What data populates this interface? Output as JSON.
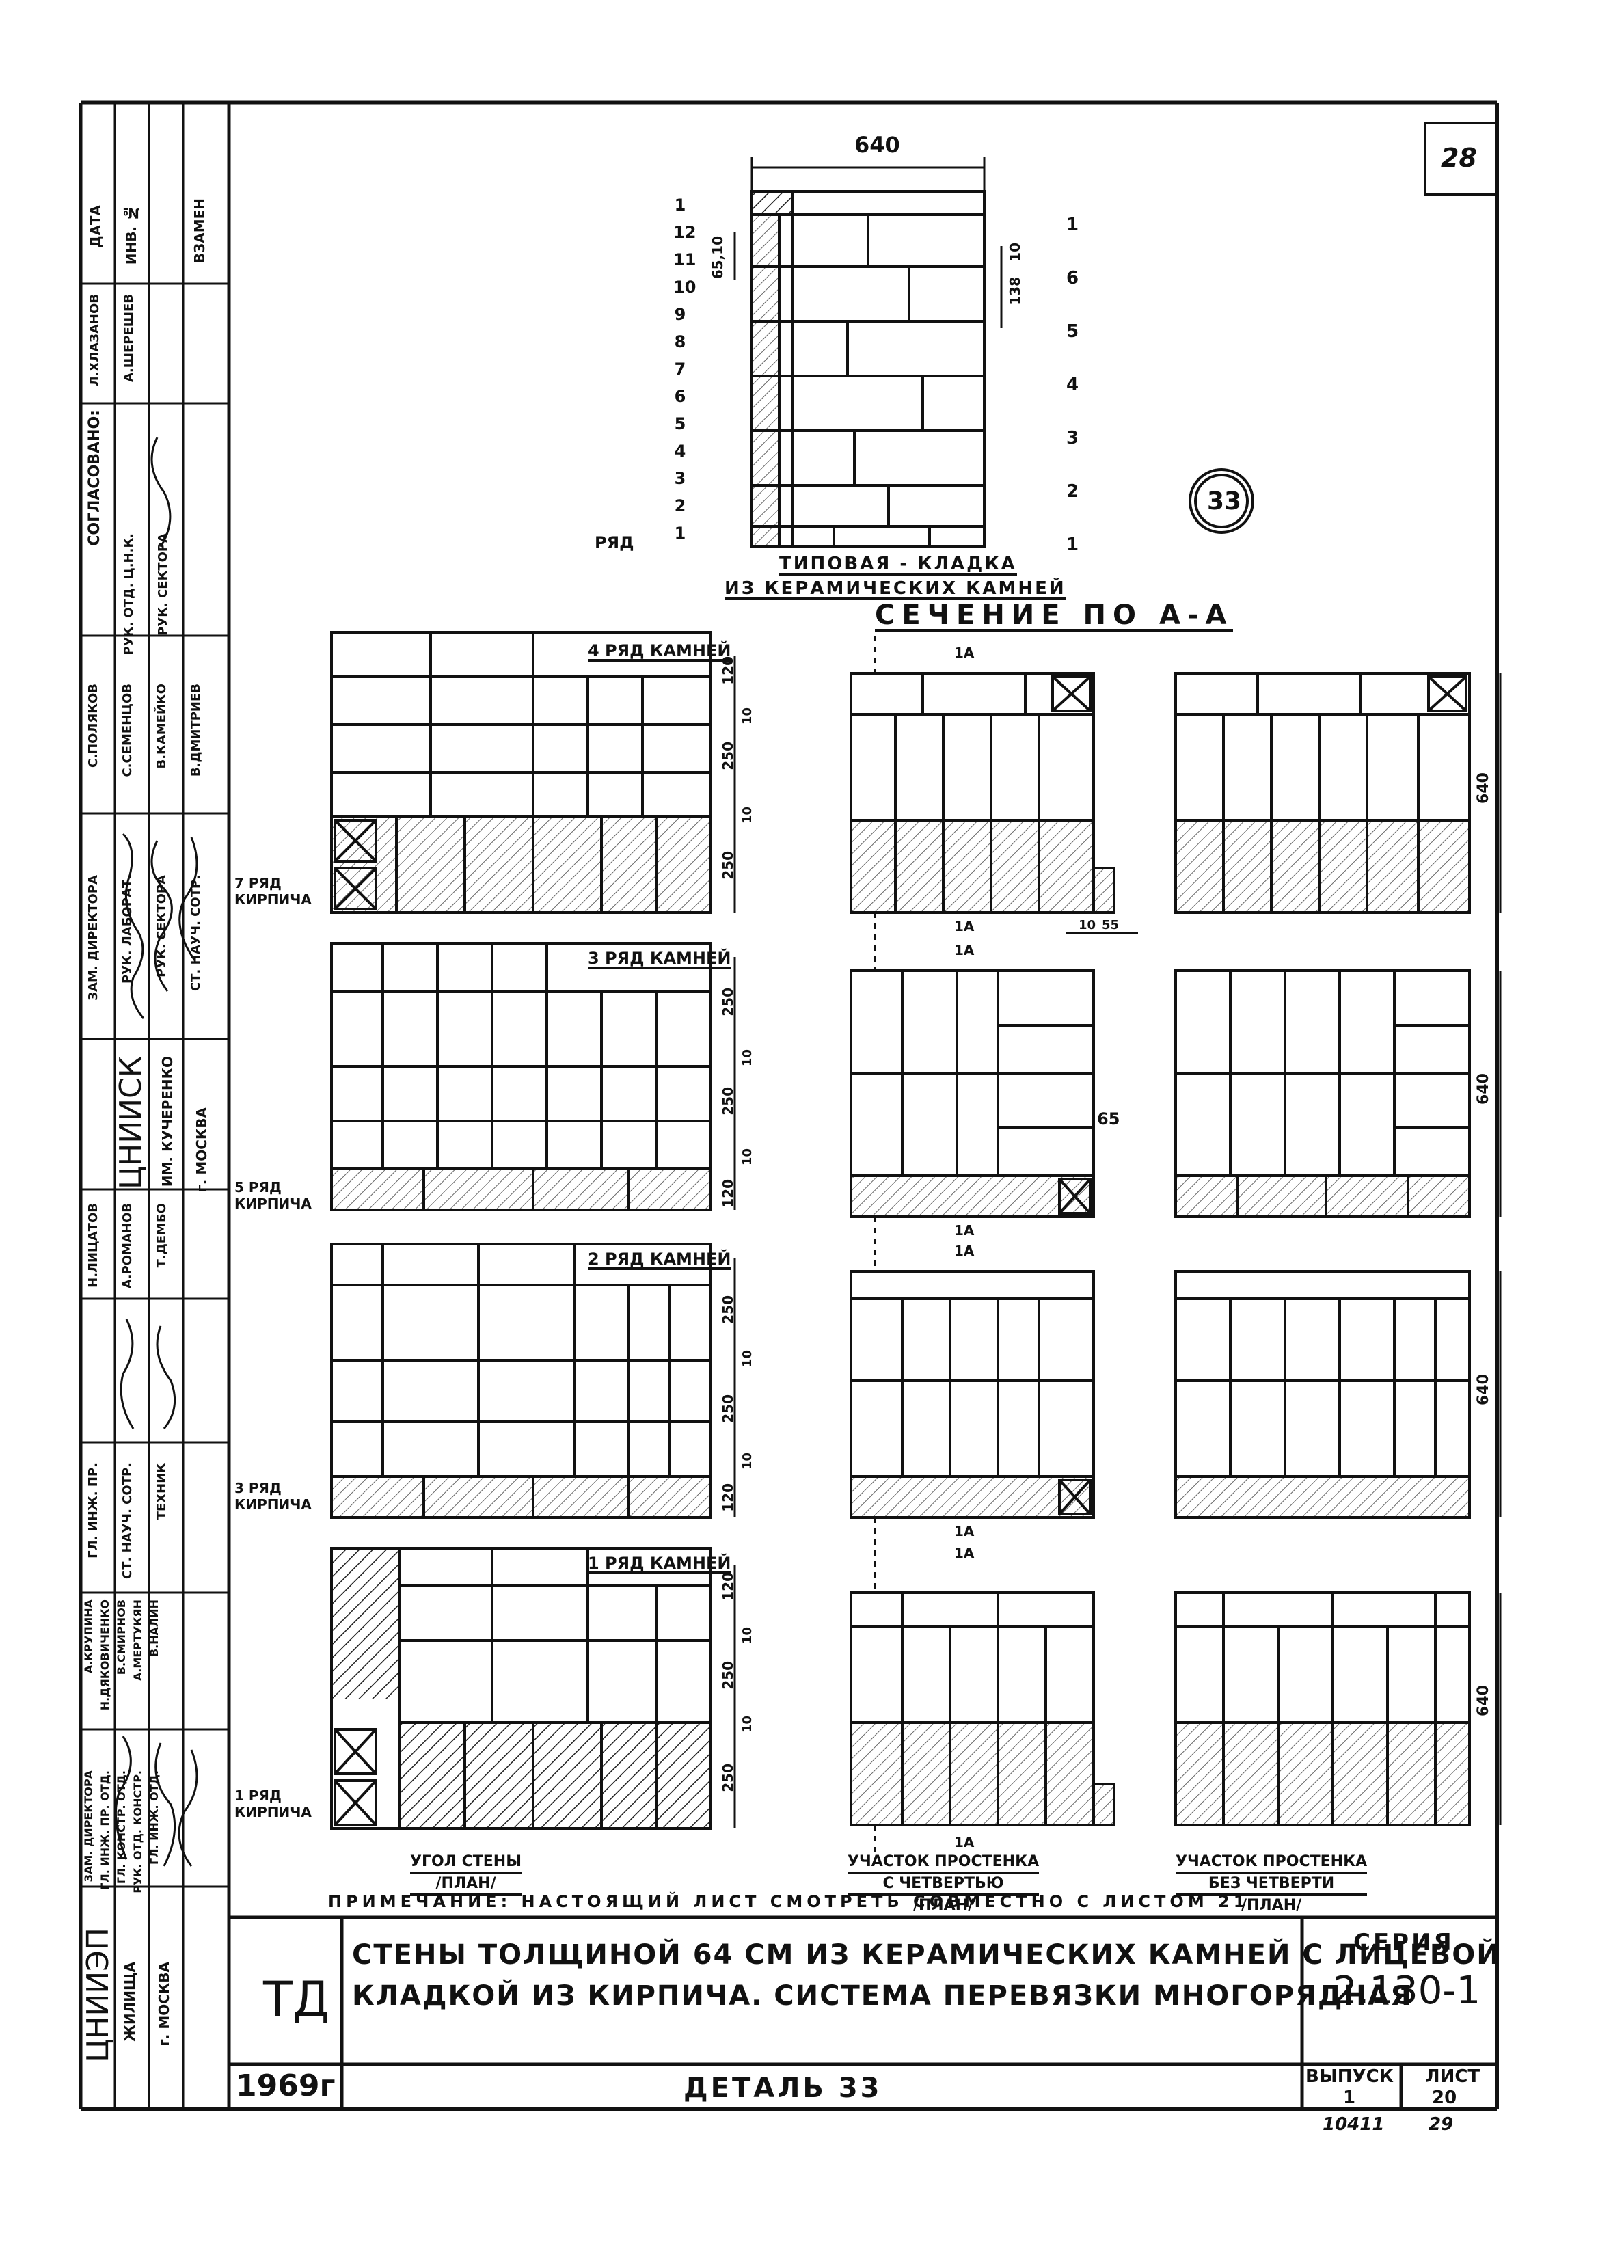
{
  "sheet": {
    "number": "28",
    "detail_mark": "33"
  },
  "top_detail": {
    "width_dim": "640",
    "row_label": "РЯД",
    "left_rows": [
      "1",
      "2",
      "3",
      "4",
      "5",
      "6",
      "7",
      "8",
      "9",
      "10",
      "11",
      "12",
      "1"
    ],
    "right_rows": [
      "1",
      "2",
      "3",
      "4",
      "5",
      "6",
      "1"
    ],
    "dim_a": "65,10",
    "dim_b": "138",
    "dim_c": "10",
    "caption_line1": "ТИПОВАЯ - КЛАДКА",
    "caption_line2": "ИЗ КЕРАМИЧЕСКИХ КАМНЕЙ"
  },
  "section_title": "СЕЧЕНИЕ ПО А-А",
  "axis_mark": "1А",
  "row_labels": {
    "r1": "4 РЯД КАМНЕЙ",
    "r2": "3 РЯД КАМНЕЙ",
    "r3": "2 РЯД КАМНЕЙ",
    "r4": "1 РЯД КАМНЕЙ"
  },
  "brick_labels": {
    "b1": [
      "7 РЯД",
      "КИРПИЧА"
    ],
    "b2": [
      "5 РЯД",
      "КИРПИЧА"
    ],
    "b3": [
      "3 РЯД",
      "КИРПИЧА"
    ],
    "b4": [
      "1 РЯД",
      "КИРПИЧА"
    ]
  },
  "dims": {
    "d250": "250",
    "d10": "10",
    "d120": "120",
    "d640": "640",
    "d65": "65",
    "d10_55": "10",
    "d55": "55"
  },
  "column_captions": {
    "c1": [
      "УГОЛ СТЕНЫ",
      "/ПЛАН/"
    ],
    "c2": [
      "УЧАСТОК ПРОСТЕНКА",
      "С ЧЕТВЕРТЬЮ",
      "/ПЛАН/"
    ],
    "c3": [
      "УЧАСТОК ПРОСТЕНКА",
      "БЕЗ ЧЕТВЕРТИ",
      "/ПЛАН/"
    ]
  },
  "note": "ПРИМЕЧАНИЕ: НАСТОЯЩИЙ ЛИСТ СМОТРЕТЬ СОВМЕСТНО С ЛИСТОМ 21",
  "title_block": {
    "org_left": "ЦНИИЭП",
    "org_left_sub": [
      "ЖИЛИЩА",
      "г. МОСКВА"
    ],
    "td": "ТД",
    "year": "1969г",
    "title_line1": "СТЕНЫ ТОЛЩИНОЙ 64 СМ ИЗ КЕРАМИЧЕСКИХ КАМНЕЙ С ЛИЦЕВОЙ",
    "title_line2": "КЛАДКОЙ ИЗ КИРПИЧА. СИСТЕМА ПЕРЕВЯЗКИ МНОГОРЯДНАЯ",
    "detail": "ДЕТАЛЬ 33",
    "series_label": "СЕРИЯ",
    "series_value": "2.130-1",
    "issue_label": "ВЫПУСК",
    "issue_value": "1",
    "sheet_label": "ЛИСТ",
    "sheet_value": "20",
    "footnote_a": "10411",
    "footnote_b": "29"
  },
  "side_stamp": {
    "org": "ЦНИИСК",
    "org_sub": [
      "ИМ. КУЧЕРЕНКО",
      "г. МОСКВА"
    ],
    "approved": "СОГЛАСОВАНО:",
    "col_headers": [
      "ДАТА",
      "ИНВ. №",
      "ВЗАМЕН"
    ],
    "approvers": [
      "РУК. ОТД. Ц.Н.К.",
      "РУК. СЕКТОРА"
    ],
    "approver_names": [
      "Л.ХЛАЗАНОВ",
      "А.ШЕРЕШЕВ"
    ],
    "positions_a": [
      "ЗАМ. ДИРЕКТОРА",
      "РУК. ЛАБОРАТ.",
      "РУК. СЕКТОРА",
      "СТ. НАУЧ. СОТР."
    ],
    "names_a": [
      "С.ПОЛЯКОВ",
      "С.СЕМЕНЦОВ",
      "В.КАМЕЙКО",
      "В.ДМИТРИЕВ"
    ],
    "positions_b": [
      "ГЛ. ИНЖ. ПР.",
      "СТ. НАУЧ. СОТР.",
      "ТЕХНИК"
    ],
    "names_b": [
      "Н.ЛИЦАТОВ",
      "А.РОМАНОВ",
      "Т.ДЕМБО"
    ],
    "positions_c": [
      "ЗАМ. ДИРЕКТОРА",
      "ГЛ. ИНЖ. ПР. ОТД.",
      "ГЛ. КОНСТР. ОТД.",
      "РУК. ОТД. КОНСТР.",
      "ГЛ. ИНЖ. ОТД."
    ],
    "names_c": [
      "А.КРУПИНА",
      "Н.ДЯКОВИЧЕНКО",
      "В.СМИРНОВ",
      "А.МЕРТУКЯН",
      "В.НАЛИН"
    ]
  }
}
